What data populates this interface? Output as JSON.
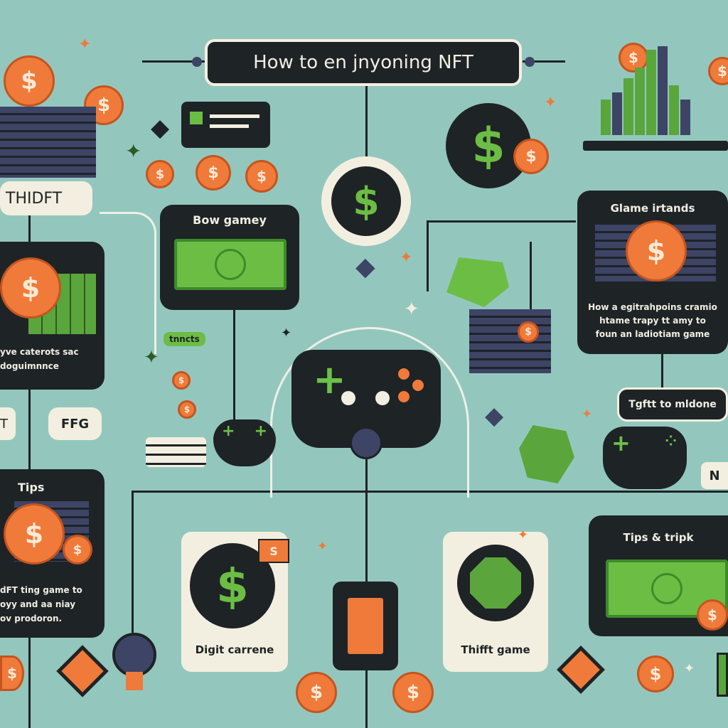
{
  "title": "How to en jnyoning NFT",
  "labels": {
    "thidft": "THIDFT",
    "bow_gamey": "Bow gamey",
    "tnncts": "tnncts",
    "card1_text": [
      "yve caterots sac",
      "doguimnnce"
    ],
    "t": "T",
    "ffg": "FFG",
    "tips": "Tips",
    "tips_text": [
      "dFT ting game to",
      "oyy and aa niay",
      "ov prodoron."
    ],
    "digit": "Digit carrene",
    "digit_badge": "S",
    "thifft": "Thifft game",
    "tips_tripk": "Tips & tripk",
    "glame": "Glame irtands",
    "glame_text": [
      "How a egitrahpoins cramio",
      "htame trapy tt amy to",
      "foun an ladiotiam game"
    ],
    "tgftt": "Tgftt to mldone",
    "n": "N"
  },
  "colors": {
    "bg": "#93c7be",
    "dark": "#1e2326",
    "orange": "#ef7a3a",
    "green": "#6cbd44",
    "cream": "#f3efe0"
  }
}
